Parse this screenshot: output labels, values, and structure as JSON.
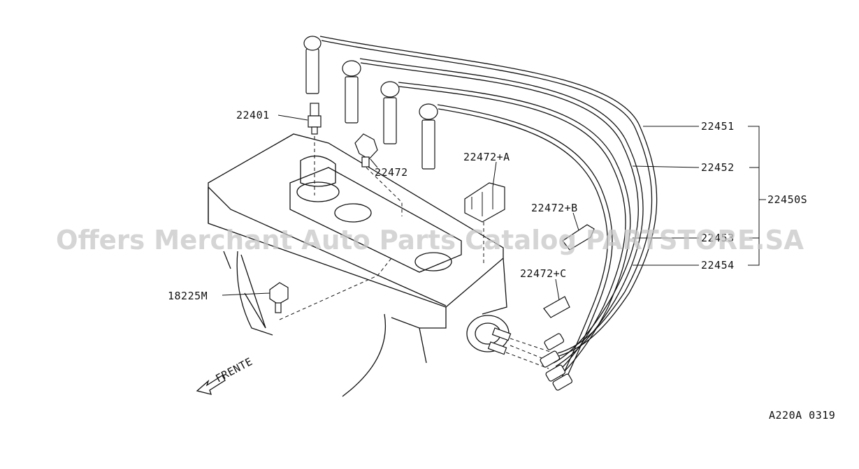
{
  "labels": {
    "spark_plug": "22401",
    "cable_1": "22451",
    "cable_2": "22452",
    "cable_3": "22453",
    "cable_4": "22454",
    "cable_set": "22450S",
    "clamp": "22472",
    "clamp_a": "22472+A",
    "clamp_b": "22472+B",
    "clamp_c": "22472+C",
    "sensor": "18225M",
    "front_arrow": "FRENTE",
    "diagram_code": "A220A 0319"
  },
  "watermark": "Offers Merchant Auto Parts Catalog PARTSTORE.SA"
}
